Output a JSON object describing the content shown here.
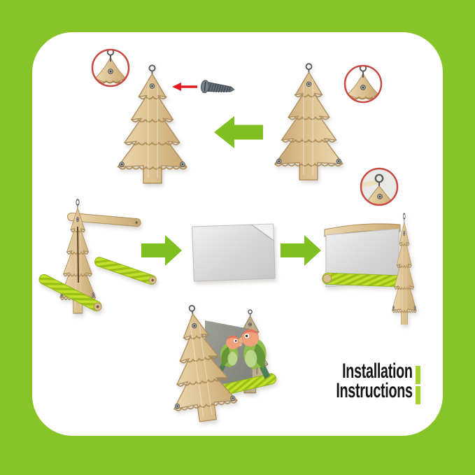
{
  "page": {
    "background_color": "#87C428",
    "panel_color": "#FFFFFF"
  },
  "caption": {
    "line1": "Installation",
    "line2": "Instructions",
    "text_color": "#151515",
    "bar_color": "#A3D42F"
  },
  "palette": {
    "wood_light": "#E9D6AC",
    "wood_mid": "#DCC191",
    "wood_dark": "#B08F5E",
    "groove_brown": "#A98750",
    "perch_rope_green": "#C2E02C",
    "perch_rope_stripe": "#9ABF17",
    "arrow_green": "#7FBF1F",
    "detail_ring_red": "#C64A41",
    "arrow_red": "#E01E1E",
    "screw_metal": "#66727C",
    "hook_metal": "#5A5A5A",
    "mirror_gray": "#D2D2D2",
    "mirror_dark_gray": "#8F9289",
    "bird_body_green": "#8FBE4B",
    "bird_face_peach": "#F0A17B"
  },
  "icons": {
    "hook": "hook-icon",
    "screw": "screw-icon",
    "red_arrow": "red-arrow-left-icon",
    "green_arrow_left": "green-arrow-left-icon",
    "green_arrow_right": "green-arrow-right-icon",
    "detail_ring": "magnified-detail-ring-icon"
  },
  "figure": {
    "steps": [
      "hanger-detail-ring-front",
      "tree-panel-front",
      "screw-into-tree-top",
      "tree-panel-back",
      "hanger-detail-ring-back",
      "perch-frame-assembly",
      "mirror-plate",
      "assembled-mirror-frame",
      "corner-detail-ring",
      "finished-swing-with-lovebirds"
    ]
  }
}
